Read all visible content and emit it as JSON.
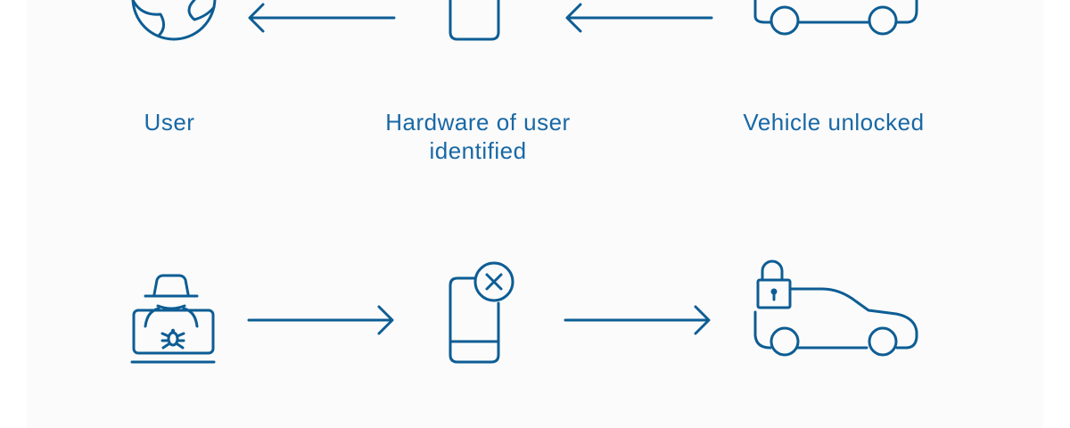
{
  "diagram": {
    "legitimate_flow": {
      "nodes": [
        {
          "id": "user",
          "label": "User",
          "icon": "globe-icon"
        },
        {
          "id": "hardware",
          "label": "Hardware of user identified",
          "icon": "smartphone-icon"
        },
        {
          "id": "vehicle",
          "label": "Vehicle unlocked",
          "icon": "car-icon"
        }
      ],
      "arrow_direction": "right-to-left"
    },
    "attack_flow": {
      "nodes": [
        {
          "id": "hacker",
          "label": "",
          "icon": "hacker-laptop-icon"
        },
        {
          "id": "phone-blocked",
          "label": "",
          "icon": "smartphone-x-icon"
        },
        {
          "id": "car-locked",
          "label": "",
          "icon": "locked-car-icon"
        }
      ],
      "arrow_direction": "left-to-right"
    }
  },
  "colors": {
    "stroke": "#0d5d94",
    "text": "#1868a5",
    "background": "#fbfbfb"
  }
}
